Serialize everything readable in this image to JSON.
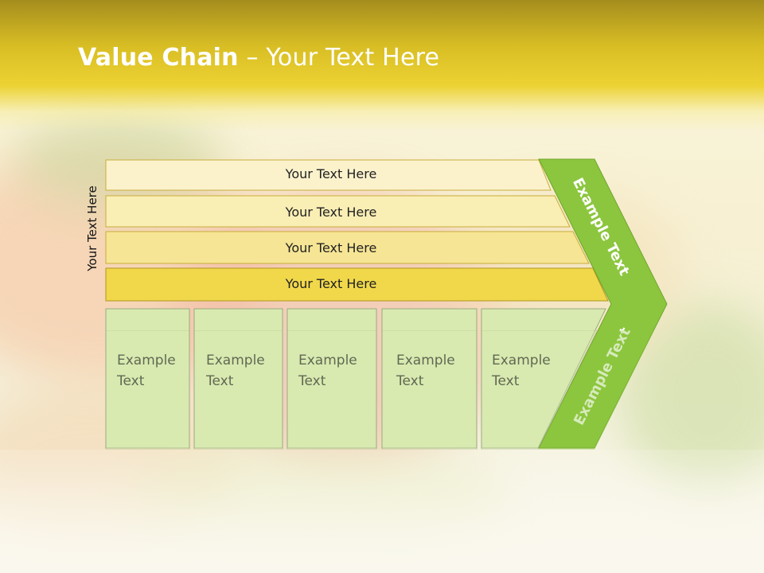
{
  "title": {
    "bold": "Value Chain",
    "rest": " – Your Text Here"
  },
  "side_label": "Your Text Here",
  "bars": [
    {
      "label": "Your Text Here"
    },
    {
      "label": "Your Text Here"
    },
    {
      "label": "Your Text Here"
    },
    {
      "label": "Your Text Here"
    }
  ],
  "boxes": [
    {
      "line1": "Example",
      "line2": "Text"
    },
    {
      "line1": "Example",
      "line2": "Text"
    },
    {
      "line1": "Example",
      "line2": "Text"
    },
    {
      "line1": "Example",
      "line2": "Text"
    },
    {
      "line1": "Example",
      "line2": "Text"
    }
  ],
  "arrow": {
    "upper": "Example Text",
    "lower": "Example Text"
  },
  "colors": {
    "header": "#e5c82c",
    "bar1": "#fbf2cc",
    "bar2": "#f9eeb4",
    "bar3": "#f6e594",
    "bar4": "#f1d84b",
    "box": "#d8eab0",
    "arrow": "#8cc63e"
  }
}
